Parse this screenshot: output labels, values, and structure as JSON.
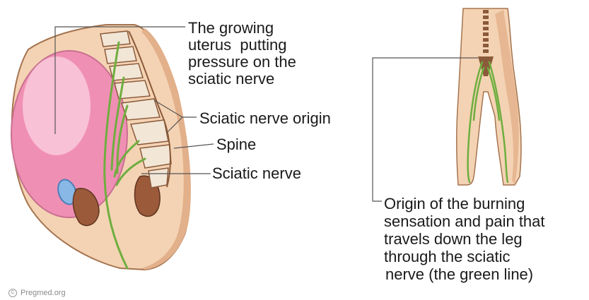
{
  "labels": {
    "uterus_pressure": [
      "The growing",
      "uterus  putting",
      "pressure on the",
      "sciatic nerve"
    ],
    "nerve_origin": "Sciatic nerve origin",
    "spine": "Spine",
    "sciatic_nerve": "Sciatic nerve",
    "burning_origin": [
      "Origin of the burning",
      "sensation and pain that",
      "travels down the leg",
      "through the sciatic",
      "nerve (the green line)"
    ]
  },
  "credit": {
    "symbol": "C",
    "text": "Pregmed.org"
  },
  "colors": {
    "skin": "#f4d3b4",
    "skin_dark": "#e2b08a",
    "uterus": "#f08fb4",
    "uterus_light": "#fbd5e3",
    "nerve": "#6fae3f",
    "muscle": "#9b5a3a",
    "bone": "#f2e6d6",
    "spine_back": "#8a5a3a",
    "leader": "#555555"
  }
}
